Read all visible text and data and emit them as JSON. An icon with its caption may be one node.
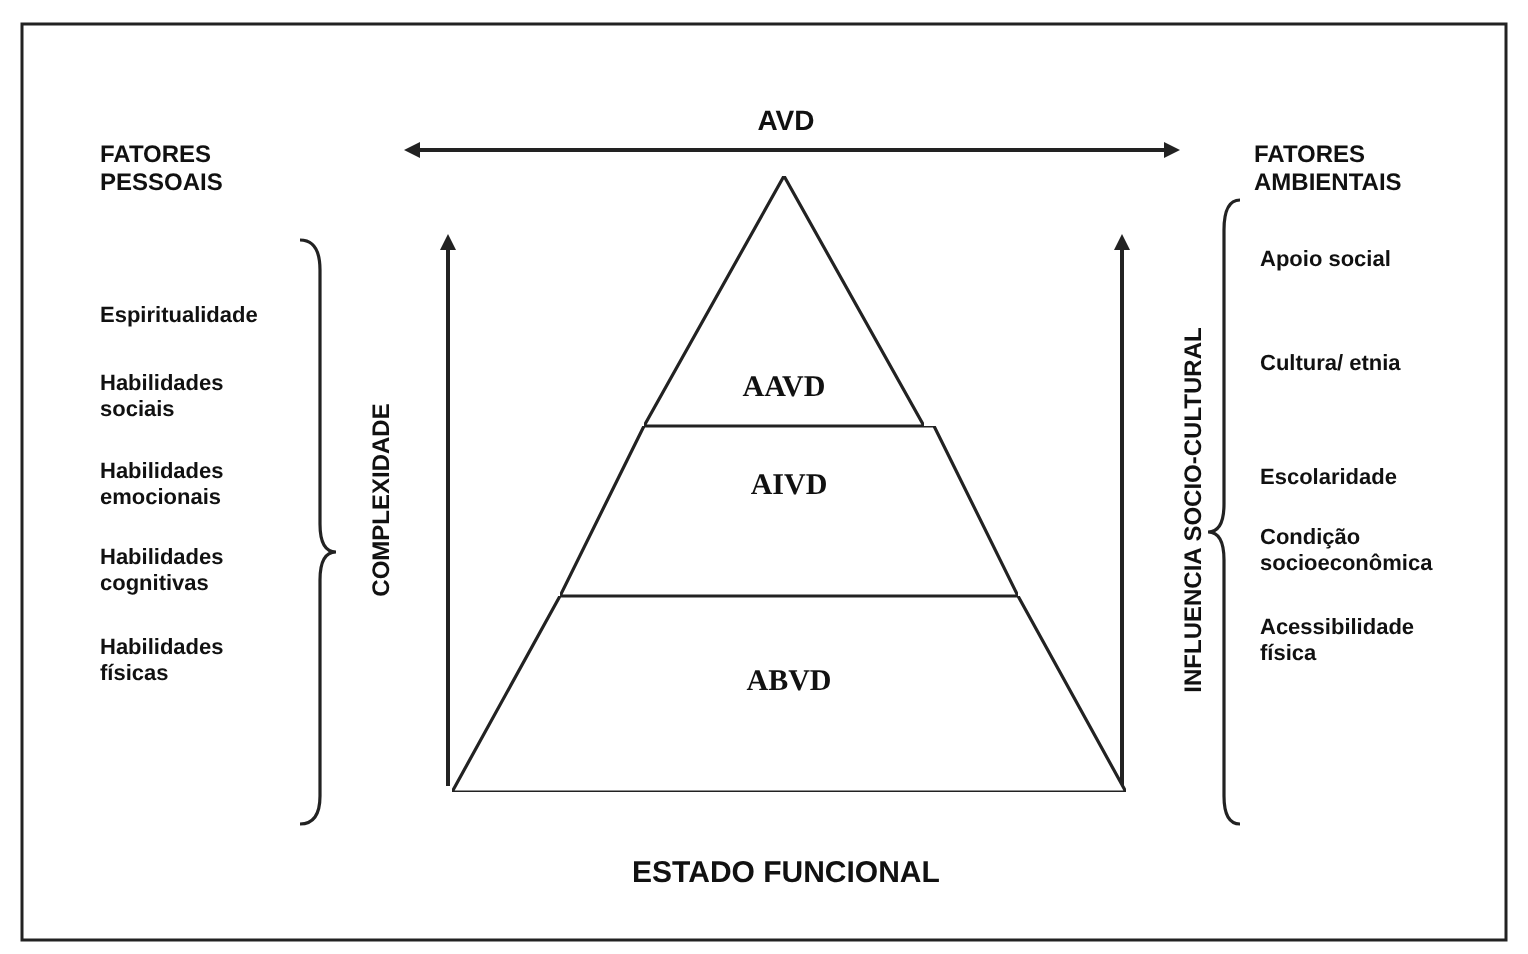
{
  "diagram": {
    "nodes": [
      {
        "text": [
          "AAVD"
        ]
      },
      {
        "text": [
          "AIVD"
        ]
      },
      {
        "text": [
          "ABVD"
        ]
      }
    ],
    "labels": [
      "AVD",
      "FATORES PESSOAIS",
      "FATORES AMBIENTAIS",
      "Espiritualidade",
      "Habilidades sociais",
      "Habilidades emocionais",
      "Habilidades cognitivas",
      "Habilidades físicas",
      "COMPLEXIDADE",
      "INFLUENCIA SOCIO-CULTURAL",
      "Apoio social",
      "Cultura/ etnia",
      "Escolaridade",
      "Condição socioeconômica",
      "Acessibilidade física",
      "ESTADO FUNCIONAL"
    ]
  }
}
